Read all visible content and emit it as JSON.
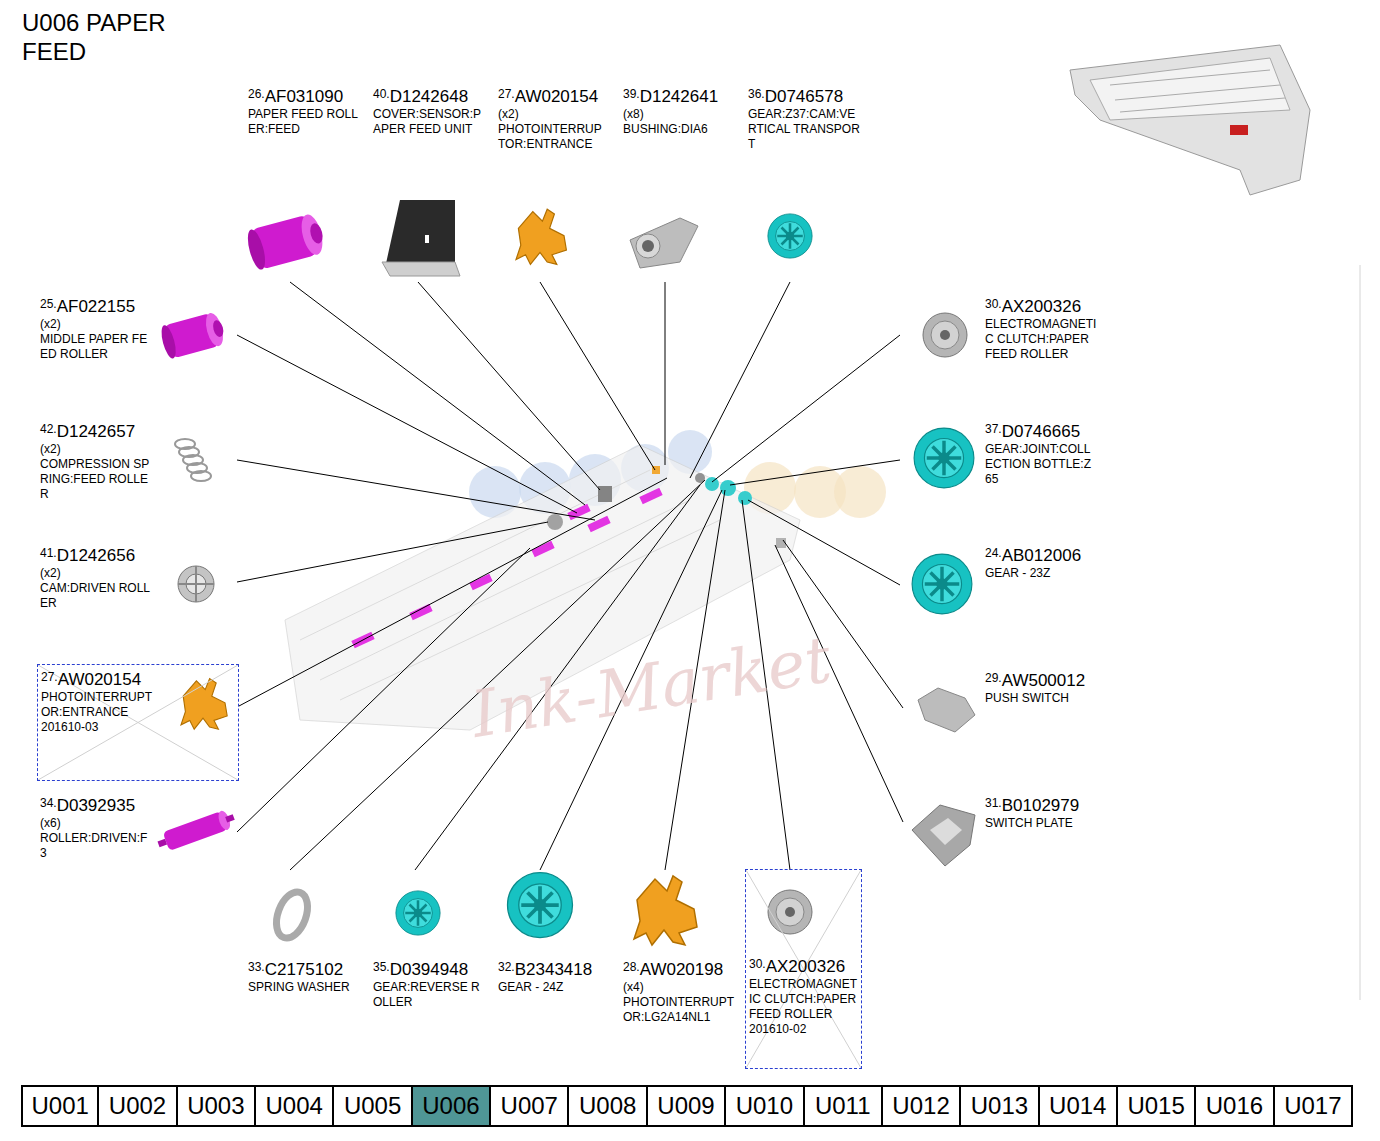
{
  "diagram": {
    "title": "U006 PAPER FEED",
    "nodes": [
      {
        "text": [
          "27.",
          "AW020154",
          "PHOTOINTERRUPTOR:ENTRANCE",
          "201610-03"
        ]
      },
      {
        "text": [
          "30.",
          "AX200326",
          "ELECTROMAGNETIC CLUTCH:PAPER FEED ROLLER",
          "201610-02"
        ]
      },
      {
        "text": [
          "U001"
        ]
      },
      {
        "text": [
          "U002"
        ]
      },
      {
        "text": [
          "U003"
        ]
      },
      {
        "text": [
          "U004"
        ]
      },
      {
        "text": [
          "U005"
        ]
      },
      {
        "text": [
          "U006"
        ]
      },
      {
        "text": [
          "U007"
        ]
      },
      {
        "text": [
          "U008"
        ]
      },
      {
        "text": [
          "U009"
        ]
      },
      {
        "text": [
          "U010"
        ]
      },
      {
        "text": [
          "U011"
        ]
      },
      {
        "text": [
          "U012"
        ]
      },
      {
        "text": [
          "U013"
        ]
      },
      {
        "text": [
          "U014"
        ]
      },
      {
        "text": [
          "U015"
        ]
      },
      {
        "text": [
          "U016"
        ]
      },
      {
        "text": [
          "U017"
        ]
      }
    ],
    "labels": [
      "26.",
      "AF031090",
      "PAPER FEED ROLLER:FEED",
      "40.",
      "D1242648",
      "COVER:SENSOR:PAPER FEED UNIT",
      "27.",
      "AW020154",
      "(x2)",
      "PHOTOINTERRUPTOR:ENTRANCE",
      "39.",
      "D1242641",
      "(x8)",
      "BUSHING:DIA6",
      "36.",
      "D0746578",
      "GEAR:Z37:CAM:VERTICAL TRANSPORT",
      "25.",
      "AF022155",
      "(x2)",
      "MIDDLE PAPER FEED ROLLER",
      "30.",
      "AX200326",
      "ELECTROMAGNETIC CLUTCH:PAPER FEED ROLLER",
      "42.",
      "D1242657",
      "(x2)",
      "COMPRESSION SPRING:FEED ROLLER",
      "37.",
      "D0746665",
      "GEAR:JOINT:COLLECTION BOTTLE:Z65",
      "41.",
      "D1242656",
      "(x2)",
      "CAM:DRIVEN ROLLER",
      "24.",
      "AB012006",
      "GEAR - 23Z",
      "29.",
      "AW500012",
      "PUSH SWITCH",
      "34.",
      "D0392935",
      "(x6)",
      "ROLLER:DRIVEN:F3",
      "31.",
      "B0102979",
      "SWITCH PLATE",
      "33.",
      "C2175102",
      "SPRING WASHER",
      "35.",
      "D0394948",
      "GEAR:REVERSE ROLLER",
      "32.",
      "B2343418",
      "GEAR - 24Z",
      "28.",
      "AW020198",
      "(x4)",
      "PHOTOINTERRUPTOR:LG2A14NL1",
      "Ink-Market"
    ]
  }
}
